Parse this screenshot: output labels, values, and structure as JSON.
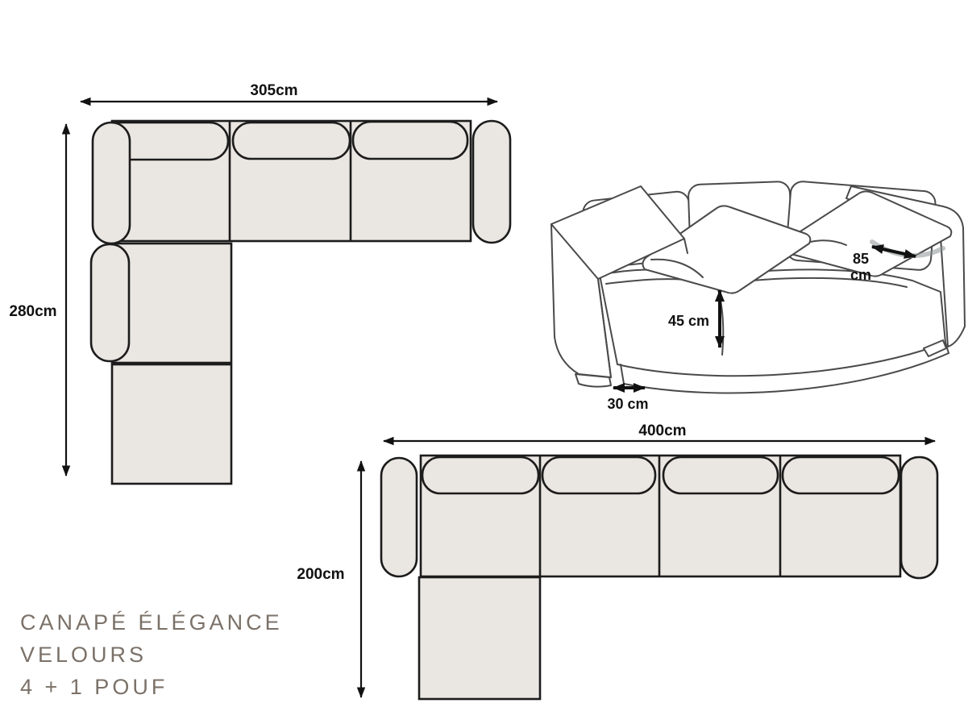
{
  "title": {
    "line1": "CANAPÉ ÉLÉGANCE",
    "line2": "VELOURS",
    "line3": "4 + 1 POUF"
  },
  "corner_sofa_top_view": {
    "width_label": "305cm",
    "depth_label": "280cm"
  },
  "long_sofa_top_view": {
    "width_label": "400cm",
    "depth_label": "200cm"
  },
  "sofa_sketch": {
    "seat_depth_value": "85",
    "seat_depth_unit": "cm",
    "seat_height_label": "45 cm",
    "foot_depth_label": "30 cm"
  },
  "colors": {
    "background": "#ffffff",
    "upholstery_fill": "#EAE6E2",
    "outline": "#1c1c1c",
    "sketch_stroke": "#4a4a4a",
    "dimension_text": "#111111",
    "title_text": "#7b7168"
  }
}
